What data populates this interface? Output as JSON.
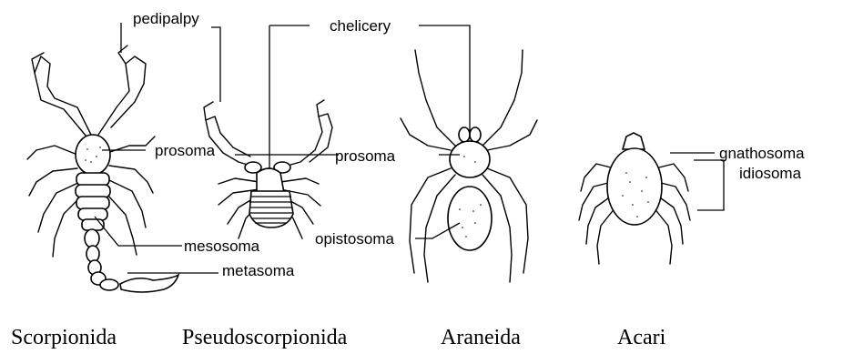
{
  "labels": {
    "pedipalpy": "pedipalpy",
    "chelicery": "chelicery",
    "prosoma_left": "prosoma",
    "prosoma_right": "prosoma",
    "mesosoma": "mesosoma",
    "metasoma": "metasoma",
    "opistosoma": "opistosoma",
    "gnathosoma": "gnathosoma",
    "idiosoma": "idiosoma"
  },
  "captions": {
    "scorpionida": "Scorpionida",
    "pseudoscorpionida": "Pseudoscorpionida",
    "araneida": "Araneida",
    "acari": "Acari"
  }
}
